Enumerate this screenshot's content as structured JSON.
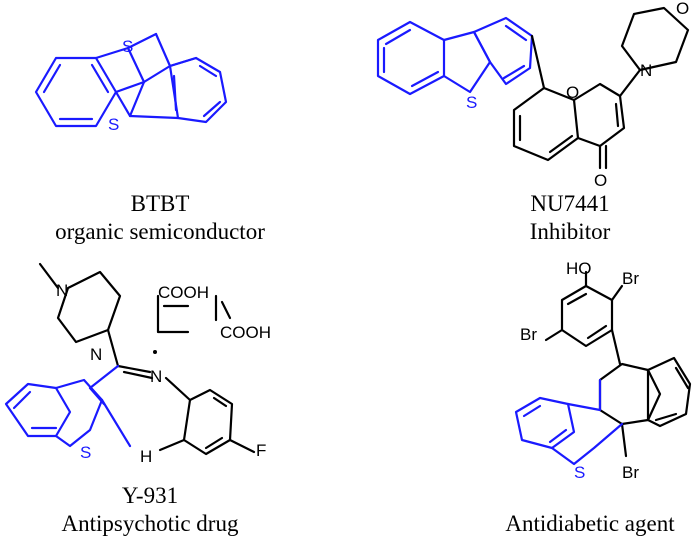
{
  "colors": {
    "core": "#1a1aff",
    "bond": "#000000"
  },
  "structures": [
    {
      "id": "btbt",
      "name": "BTBT",
      "description": "organic semiconductor",
      "atoms": [
        "S",
        "S"
      ]
    },
    {
      "id": "nu7441",
      "name": "NU7441",
      "description": "Inhibitor",
      "atoms": [
        "S",
        "O",
        "O",
        "N",
        "O"
      ]
    },
    {
      "id": "y931",
      "name": "Y-931",
      "description": "Antipsychotic drug",
      "atoms": [
        "N",
        "N",
        "N",
        "S",
        "H",
        "F",
        "COOH",
        "COOH"
      ]
    },
    {
      "id": "antidiabetic",
      "name": "",
      "description": "Antidiabetic agent",
      "atoms": [
        "HO",
        "Br",
        "Br",
        "S",
        "Br"
      ]
    }
  ]
}
